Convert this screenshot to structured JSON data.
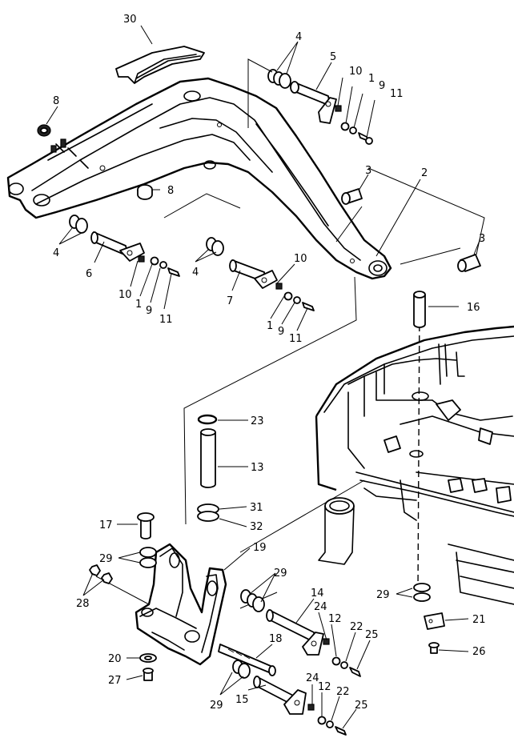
{
  "callouts": [
    {
      "id": "30",
      "text": "30"
    },
    {
      "id": "4a",
      "text": "4"
    },
    {
      "id": "5",
      "text": "5"
    },
    {
      "id": "10a",
      "text": "10"
    },
    {
      "id": "1a",
      "text": "1"
    },
    {
      "id": "9a",
      "text": "9"
    },
    {
      "id": "11a",
      "text": "11"
    },
    {
      "id": "8a",
      "text": "8"
    },
    {
      "id": "8b",
      "text": "8"
    },
    {
      "id": "3a",
      "text": "3"
    },
    {
      "id": "2",
      "text": "2"
    },
    {
      "id": "3b",
      "text": "3"
    },
    {
      "id": "4b",
      "text": "4"
    },
    {
      "id": "6",
      "text": "6"
    },
    {
      "id": "10b",
      "text": "10"
    },
    {
      "id": "1b",
      "text": "1"
    },
    {
      "id": "9b",
      "text": "9"
    },
    {
      "id": "11b",
      "text": "11"
    },
    {
      "id": "4c",
      "text": "4"
    },
    {
      "id": "10c",
      "text": "10"
    },
    {
      "id": "7",
      "text": "7"
    },
    {
      "id": "1c",
      "text": "1"
    },
    {
      "id": "9c",
      "text": "9"
    },
    {
      "id": "11c",
      "text": "11"
    },
    {
      "id": "16",
      "text": "16"
    },
    {
      "id": "23",
      "text": "23"
    },
    {
      "id": "13",
      "text": "13"
    },
    {
      "id": "31",
      "text": "31"
    },
    {
      "id": "32",
      "text": "32"
    },
    {
      "id": "17",
      "text": "17"
    },
    {
      "id": "19",
      "text": "19"
    },
    {
      "id": "29a",
      "text": "29"
    },
    {
      "id": "28",
      "text": "28"
    },
    {
      "id": "29b",
      "text": "29"
    },
    {
      "id": "14",
      "text": "14"
    },
    {
      "id": "24a",
      "text": "24"
    },
    {
      "id": "12a",
      "text": "12"
    },
    {
      "id": "22a",
      "text": "22"
    },
    {
      "id": "25a",
      "text": "25"
    },
    {
      "id": "29c",
      "text": "29"
    },
    {
      "id": "21",
      "text": "21"
    },
    {
      "id": "26",
      "text": "26"
    },
    {
      "id": "18",
      "text": "18"
    },
    {
      "id": "20",
      "text": "20"
    },
    {
      "id": "27",
      "text": "27"
    },
    {
      "id": "29d",
      "text": "29"
    },
    {
      "id": "15",
      "text": "15"
    },
    {
      "id": "24b",
      "text": "24"
    },
    {
      "id": "12b",
      "text": "12"
    },
    {
      "id": "22b",
      "text": "22"
    },
    {
      "id": "25b",
      "text": "25"
    }
  ]
}
